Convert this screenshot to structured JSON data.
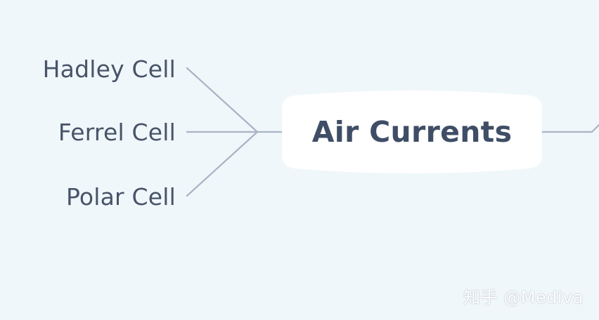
{
  "mindmap": {
    "central_topic": "Air Currents",
    "branches": [
      "Hadley Cell",
      "Ferrel Cell",
      "Polar Cell"
    ]
  },
  "watermark": "知乎 @Mediva",
  "colors": {
    "background": "#f0f7fa",
    "node_fill": "#ffffff",
    "central_text": "#3f4e66",
    "branch_text": "#475468",
    "connector": "#a9b4c4"
  }
}
